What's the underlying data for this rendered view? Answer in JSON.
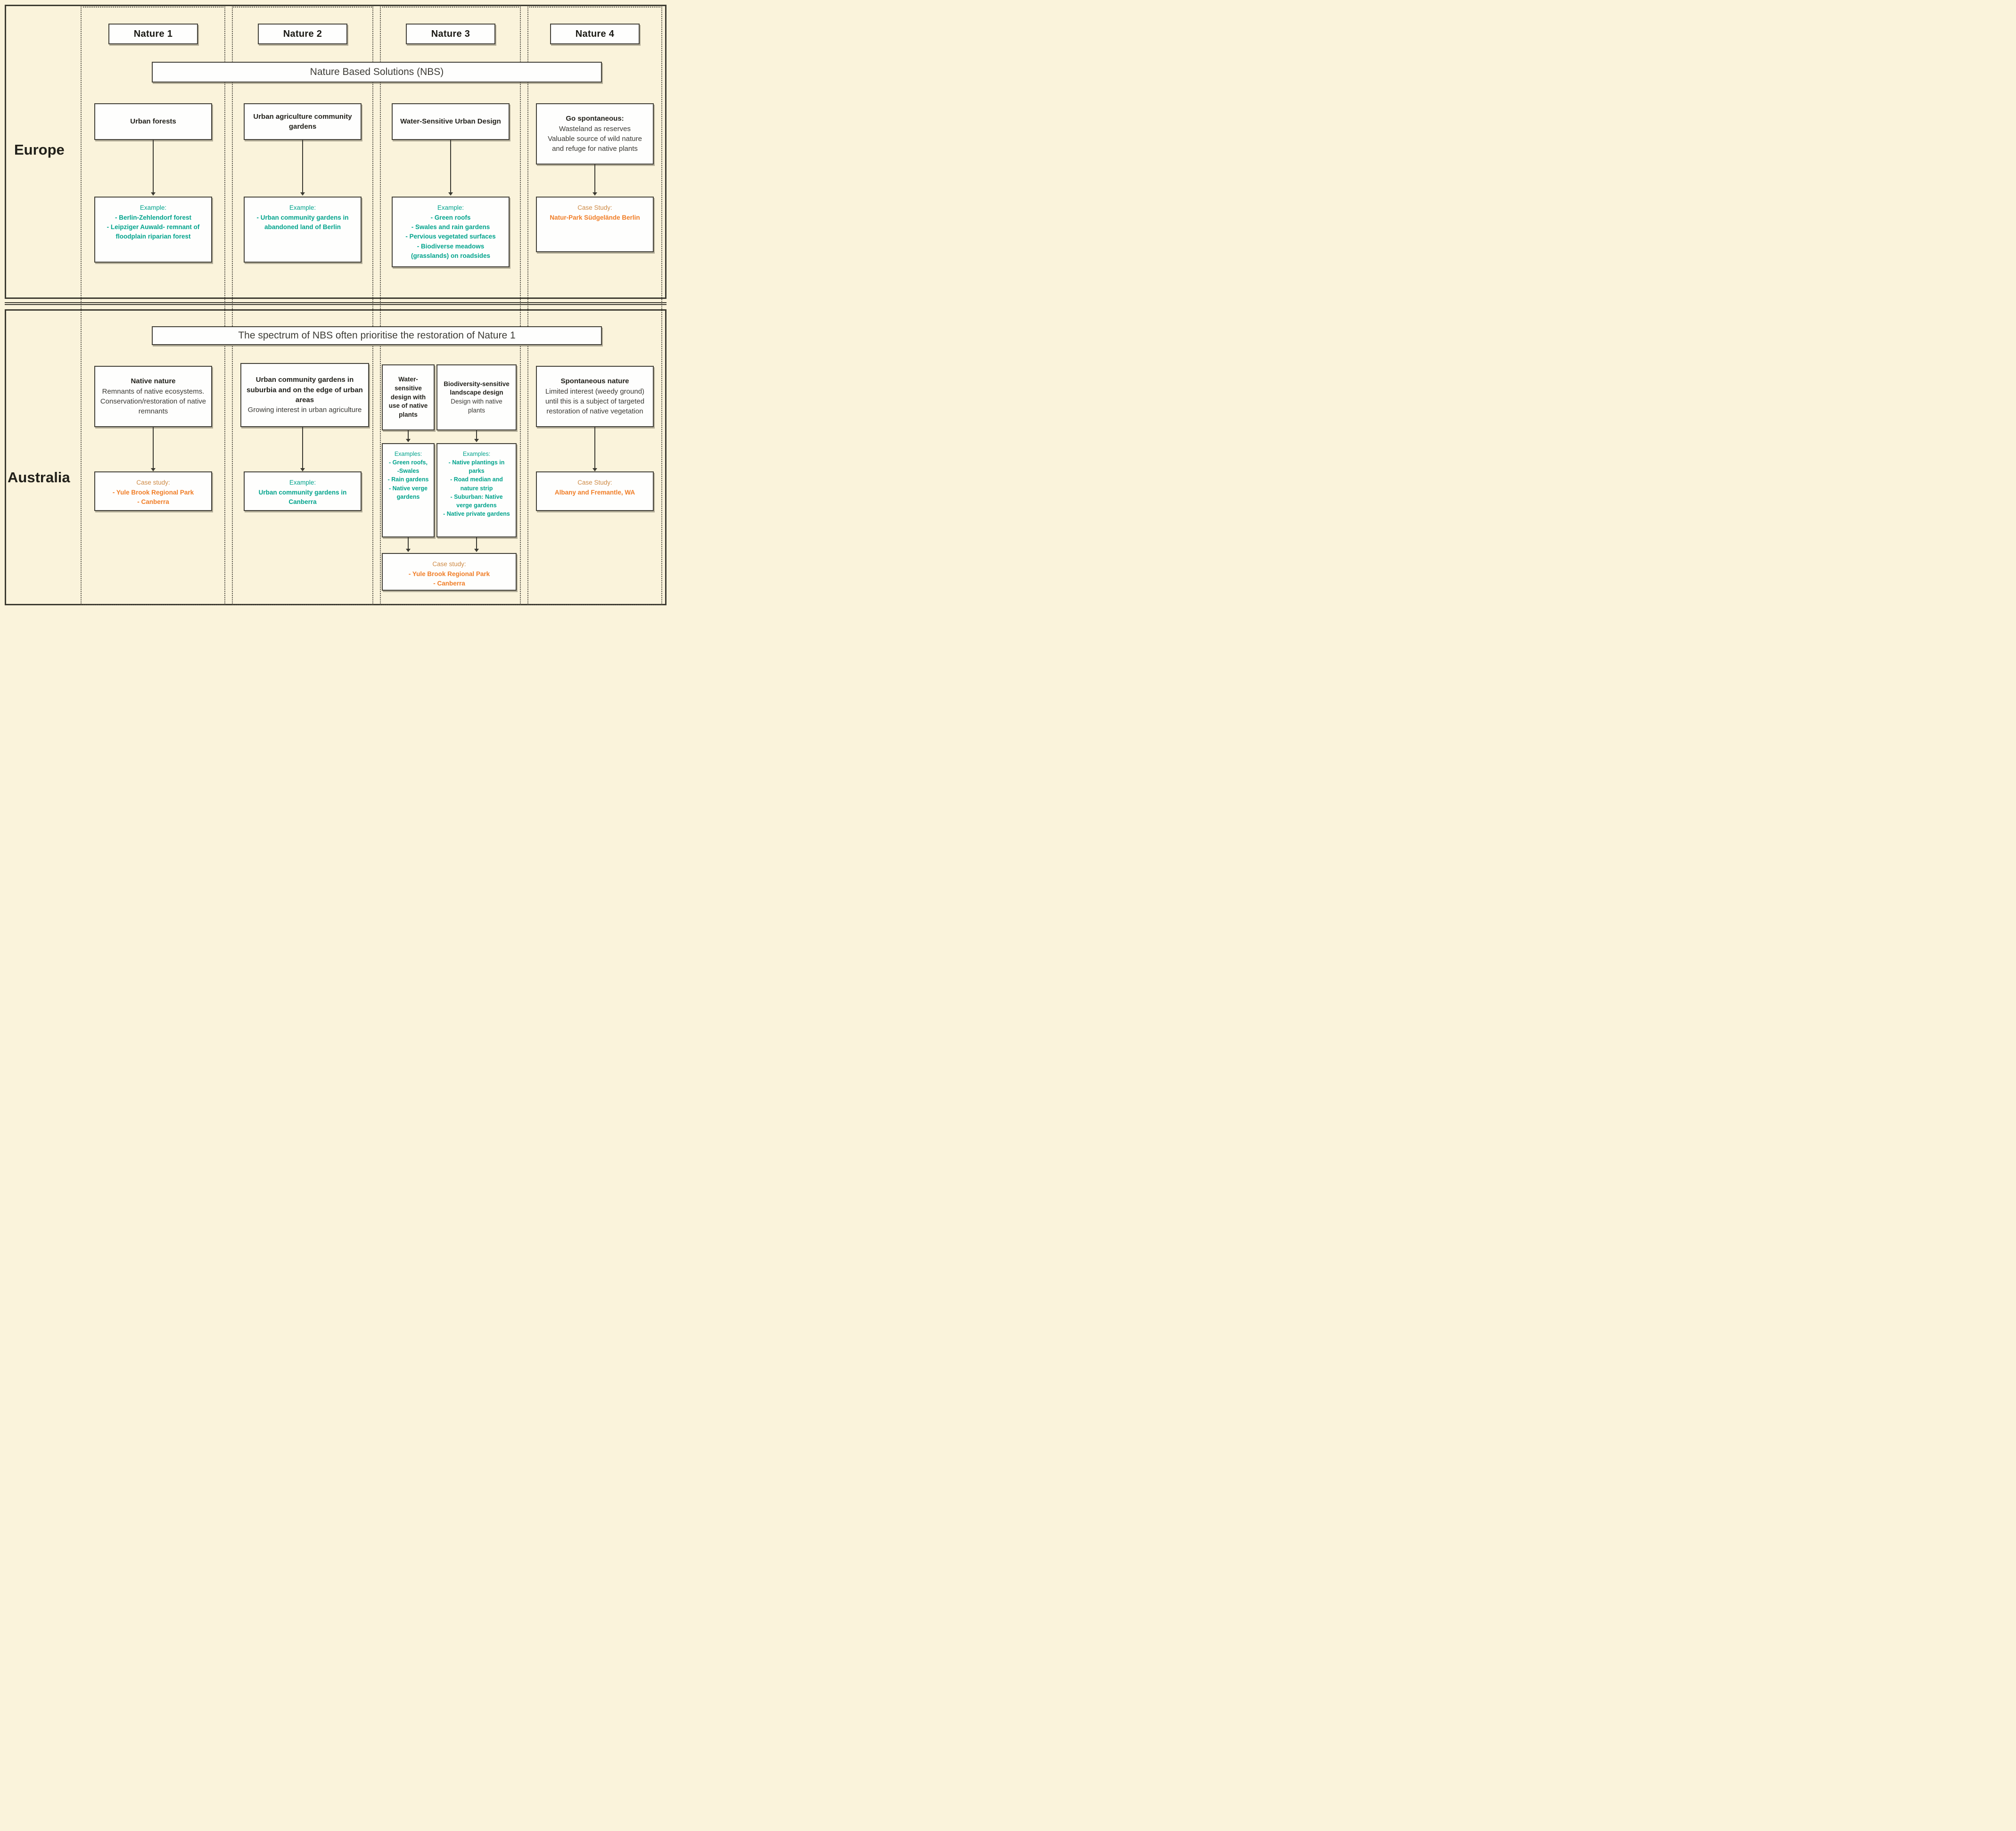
{
  "colors": {
    "background": "#faf3db",
    "teal": "#00a38c",
    "orange": "#f07d26",
    "orange_label": "#ce8a45",
    "box_border": "#44423a",
    "line": "#3b3a32"
  },
  "row_labels": {
    "europe": "Europe",
    "australia": "Australia"
  },
  "nature_headers": [
    "Nature 1",
    "Nature 2",
    "Nature 3",
    "Nature 4"
  ],
  "europe": {
    "banner": "Nature Based Solutions (NBS)",
    "col1": {
      "title": "Urban forests",
      "result_label": "Example:",
      "result_items": [
        "- Berlin-Zehlendorf forest",
        "- Leipziger Auwald- remnant of floodplain riparian forest"
      ]
    },
    "col2": {
      "title": "Urban agriculture community gardens",
      "result_label": "Example:",
      "result_items": [
        "- Urban community gardens in abandoned land of Berlin"
      ]
    },
    "col3": {
      "title": "Water-Sensitive Urban Design",
      "result_label": "Example:",
      "result_items": [
        "- Green roofs",
        "- Swales and rain gardens",
        "- Pervious vegetated surfaces",
        "- Biodiverse meadows (grasslands) on roadsides"
      ]
    },
    "col4": {
      "title": "Go spontaneous:",
      "body": [
        "Wasteland as reserves",
        "Valuable source of wild nature and refuge for native plants"
      ],
      "result_label": "Case Study:",
      "result_items": [
        "Natur-Park Südgelände Berlin"
      ]
    }
  },
  "australia": {
    "banner": "The spectrum of NBS often prioritise the restoration of Nature 1",
    "col1": {
      "title": "Native nature",
      "body": [
        "Remnants of native ecosystems.",
        "Conservation/restoration of native remnants"
      ],
      "result_label": "Case study:",
      "result_items": [
        "- Yule Brook Regional Park",
        "- Canberra"
      ]
    },
    "col2": {
      "title": "Urban community gardens in suburbia and on the edge of urban areas",
      "body": [
        "Growing interest in urban agriculture"
      ],
      "result_label": "Example:",
      "result_items": [
        "Urban community gardens in Canberra"
      ]
    },
    "col3_left": {
      "title": "Water-sensitive design with use of native plants",
      "result_label": "Examples:",
      "result_items": [
        "- Green roofs,",
        "-Swales",
        "- Rain gardens",
        "- Native verge gardens"
      ]
    },
    "col3_right": {
      "title": "Biodiversity-sensitive landscape design",
      "body": [
        "Design with native plants"
      ],
      "result_label": "Examples:",
      "result_items": [
        "- Native plantings in parks",
        "- Road median and nature strip",
        "- Suburban: Native verge gardens",
        "- Native private gardens"
      ]
    },
    "col3_case": {
      "result_label": "Case study:",
      "result_items": [
        "- Yule Brook Regional Park",
        "- Canberra"
      ]
    },
    "col4": {
      "title": "Spontaneous nature",
      "body": [
        "Limited interest (weedy ground) until this is a subject of targeted restoration of native vegetation"
      ],
      "result_label": "Case Study:",
      "result_items": [
        "Albany and Fremantle, WA"
      ]
    }
  }
}
